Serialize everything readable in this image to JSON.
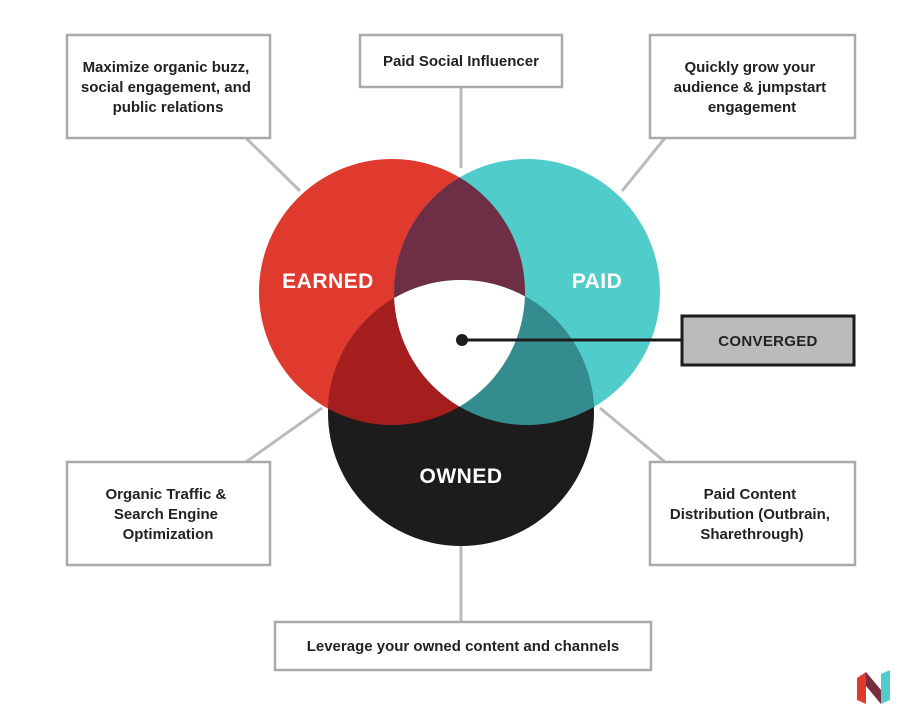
{
  "circles": {
    "earned": {
      "label": "EARNED",
      "color": "#e03a2f"
    },
    "paid": {
      "label": "PAID",
      "color": "#50cccb"
    },
    "owned": {
      "label": "OWNED",
      "color": "#1e1b1c"
    }
  },
  "overlaps": {
    "earned_paid": "#6e2e45",
    "earned_owned": "#a41e1e",
    "paid_owned": "#358c8f",
    "center": "#ffffff"
  },
  "converged": {
    "label": "CONVERGED",
    "fill": "#bbbbbb"
  },
  "boxes": {
    "earned_outer": [
      "Maximize organic buzz,",
      "social engagement, and",
      "public relations"
    ],
    "earned_paid": [
      "Paid Social Influencer"
    ],
    "paid_outer": [
      "Quickly grow your",
      "audience & jumpstart",
      "engagement"
    ],
    "earned_owned": [
      "Organic Traffic &",
      "Search Engine",
      "Optimization"
    ],
    "paid_owned": [
      "Paid Content",
      "Distribution (Outbrain,",
      "Sharethrough)"
    ],
    "owned_outer": [
      "Leverage your owned content and channels"
    ]
  },
  "colors": {
    "box_border": "#aaaaaa",
    "connector": "#bbbbbb",
    "logo_red": "#e03a2f",
    "logo_teal": "#50cccb",
    "logo_dark": "#7a2a3e"
  }
}
